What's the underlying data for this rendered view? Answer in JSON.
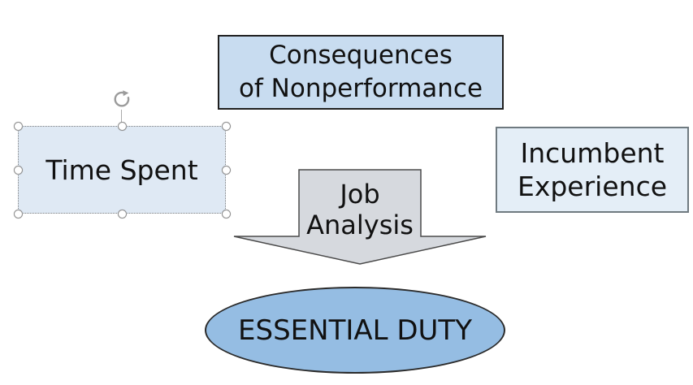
{
  "canvas": {
    "background": "#ffffff"
  },
  "diagram": {
    "consequences_box": {
      "lines": [
        "Consequences",
        "of Nonperformance"
      ],
      "fill": "#c8dcf0",
      "border_color": "#1f1f1f",
      "text_color": "#111111"
    },
    "time_spent_box": {
      "label": "Time Spent",
      "fill": "#dfe9f4",
      "selected": true,
      "selection": {
        "handle_fill": "#ffffff",
        "handle_ring_color": "#909090",
        "rotate_icon": "rotate-clockwise"
      }
    },
    "incumbent_box": {
      "lines": [
        "Incumbent",
        "Experience"
      ],
      "fill": "#e4eef7",
      "border_color": "#6f7a80"
    },
    "arrow": {
      "lines": [
        "Job",
        "Analysis"
      ],
      "shape": "down-arrow",
      "fill": "#d6d9de",
      "border_color": "#4a4a4a"
    },
    "essential_duty": {
      "label": "ESSENTIAL DUTY",
      "shape": "ellipse",
      "fill": "#95bde3",
      "border_color": "#2b2b2b"
    }
  }
}
